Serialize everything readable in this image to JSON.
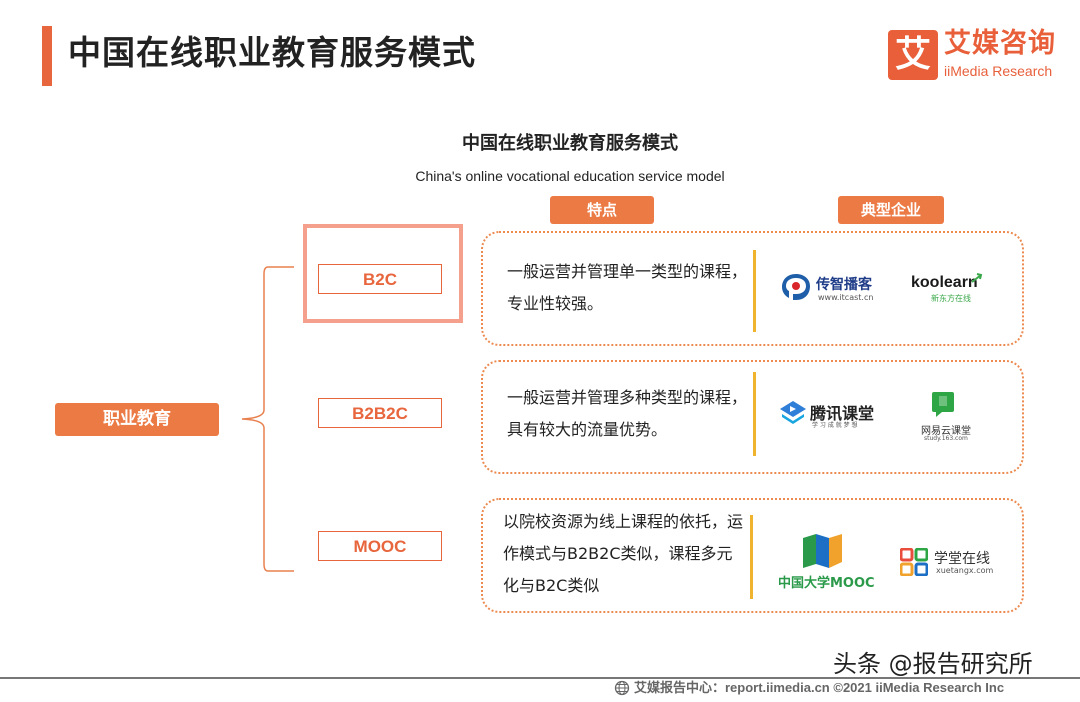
{
  "header": {
    "title": "中国在线职业教育服务模式",
    "logo_mark": "艾",
    "logo_cn": "艾媒咨询",
    "logo_en": "iiMedia Research"
  },
  "diagram": {
    "title": "中国在线职业教育服务模式",
    "subtitle": "China's online vocational education service model",
    "col_features": "特点",
    "col_companies": "典型企业",
    "root": "职业教育",
    "rows": [
      {
        "model": "B2C",
        "desc": "一般运营并管理单一类型的课程，专业性较强。",
        "companies": [
          {
            "name": "传智播客",
            "sub": "www.itcast.cn"
          },
          {
            "name": "koolearn",
            "sub": "新东方在线"
          }
        ]
      },
      {
        "model": "B2B2C",
        "desc": "一般运营并管理多种类型的课程，具有较大的流量优势。",
        "companies": [
          {
            "name": "腾讯课堂",
            "sub": "学 习 成 就 梦 想"
          },
          {
            "name": "网易云课堂",
            "sub": "study.163.com"
          }
        ]
      },
      {
        "model": "MOOC",
        "desc": "以院校资源为线上课程的依托，运作模式与B2B2C类似，课程多元化与B2C类似",
        "companies": [
          {
            "name": "中国大学MOOC",
            "sub": ""
          },
          {
            "name": "学堂在线",
            "sub": "xuetangx.com"
          }
        ]
      }
    ]
  },
  "footer": {
    "watermark": "头条 @报告研究所",
    "text": "艾媒报告中心：report.iimedia.cn  ©2021  iiMedia Research  Inc"
  },
  "colors": {
    "accent": "#e8663d",
    "pill": "#ec7a44",
    "highlight": "#f4a08c",
    "divider": "#f0b32e"
  }
}
